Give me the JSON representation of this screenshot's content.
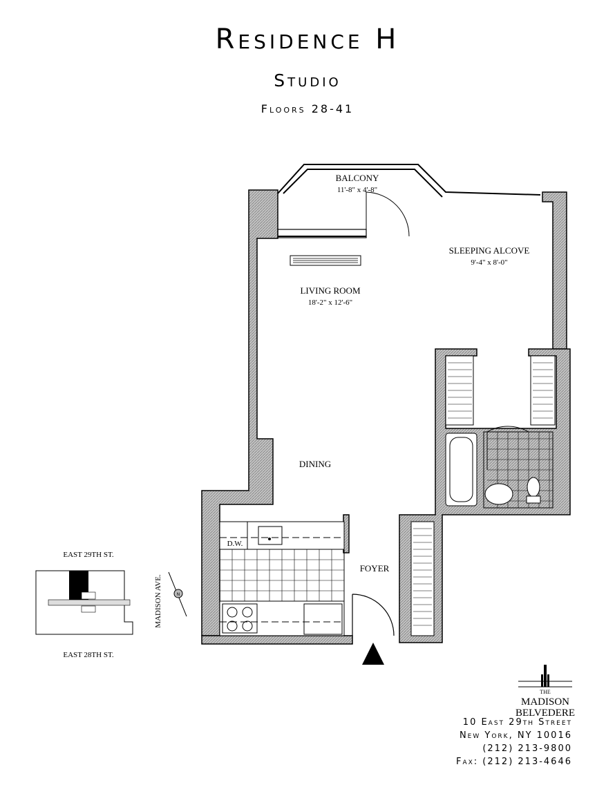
{
  "header": {
    "title": "Residence H",
    "unit_type": "Studio",
    "floors": "Floors 28-41"
  },
  "rooms": {
    "balcony": {
      "name": "BALCONY",
      "dims": "11'-8\" x 4'-8\""
    },
    "sleeping_alcove": {
      "name": "SLEEPING ALCOVE",
      "dims": "9'-4\" x 8'-0\""
    },
    "living_room": {
      "name": "LIVING ROOM",
      "dims": "18'-2\" x 12'-6\""
    },
    "dining": {
      "name": "DINING"
    },
    "foyer": {
      "name": "FOYER"
    },
    "dishwasher": "D.W."
  },
  "key_plan": {
    "north_street": "EAST 29TH ST.",
    "south_street": "EAST 28TH ST.",
    "east_street": "MADISON AVE.",
    "compass": "N"
  },
  "branding": {
    "logo_line1": "THE",
    "logo_line2": "MADISON",
    "logo_line3": "BELVEDERE"
  },
  "address": {
    "street": "10 East 29th Street",
    "city": "New York, NY 10016",
    "phone": "(212) 213-9800",
    "fax": "Fax: (212) 213-4646"
  },
  "colors": {
    "wall": "#b0b0b0",
    "ink": "#000000"
  }
}
